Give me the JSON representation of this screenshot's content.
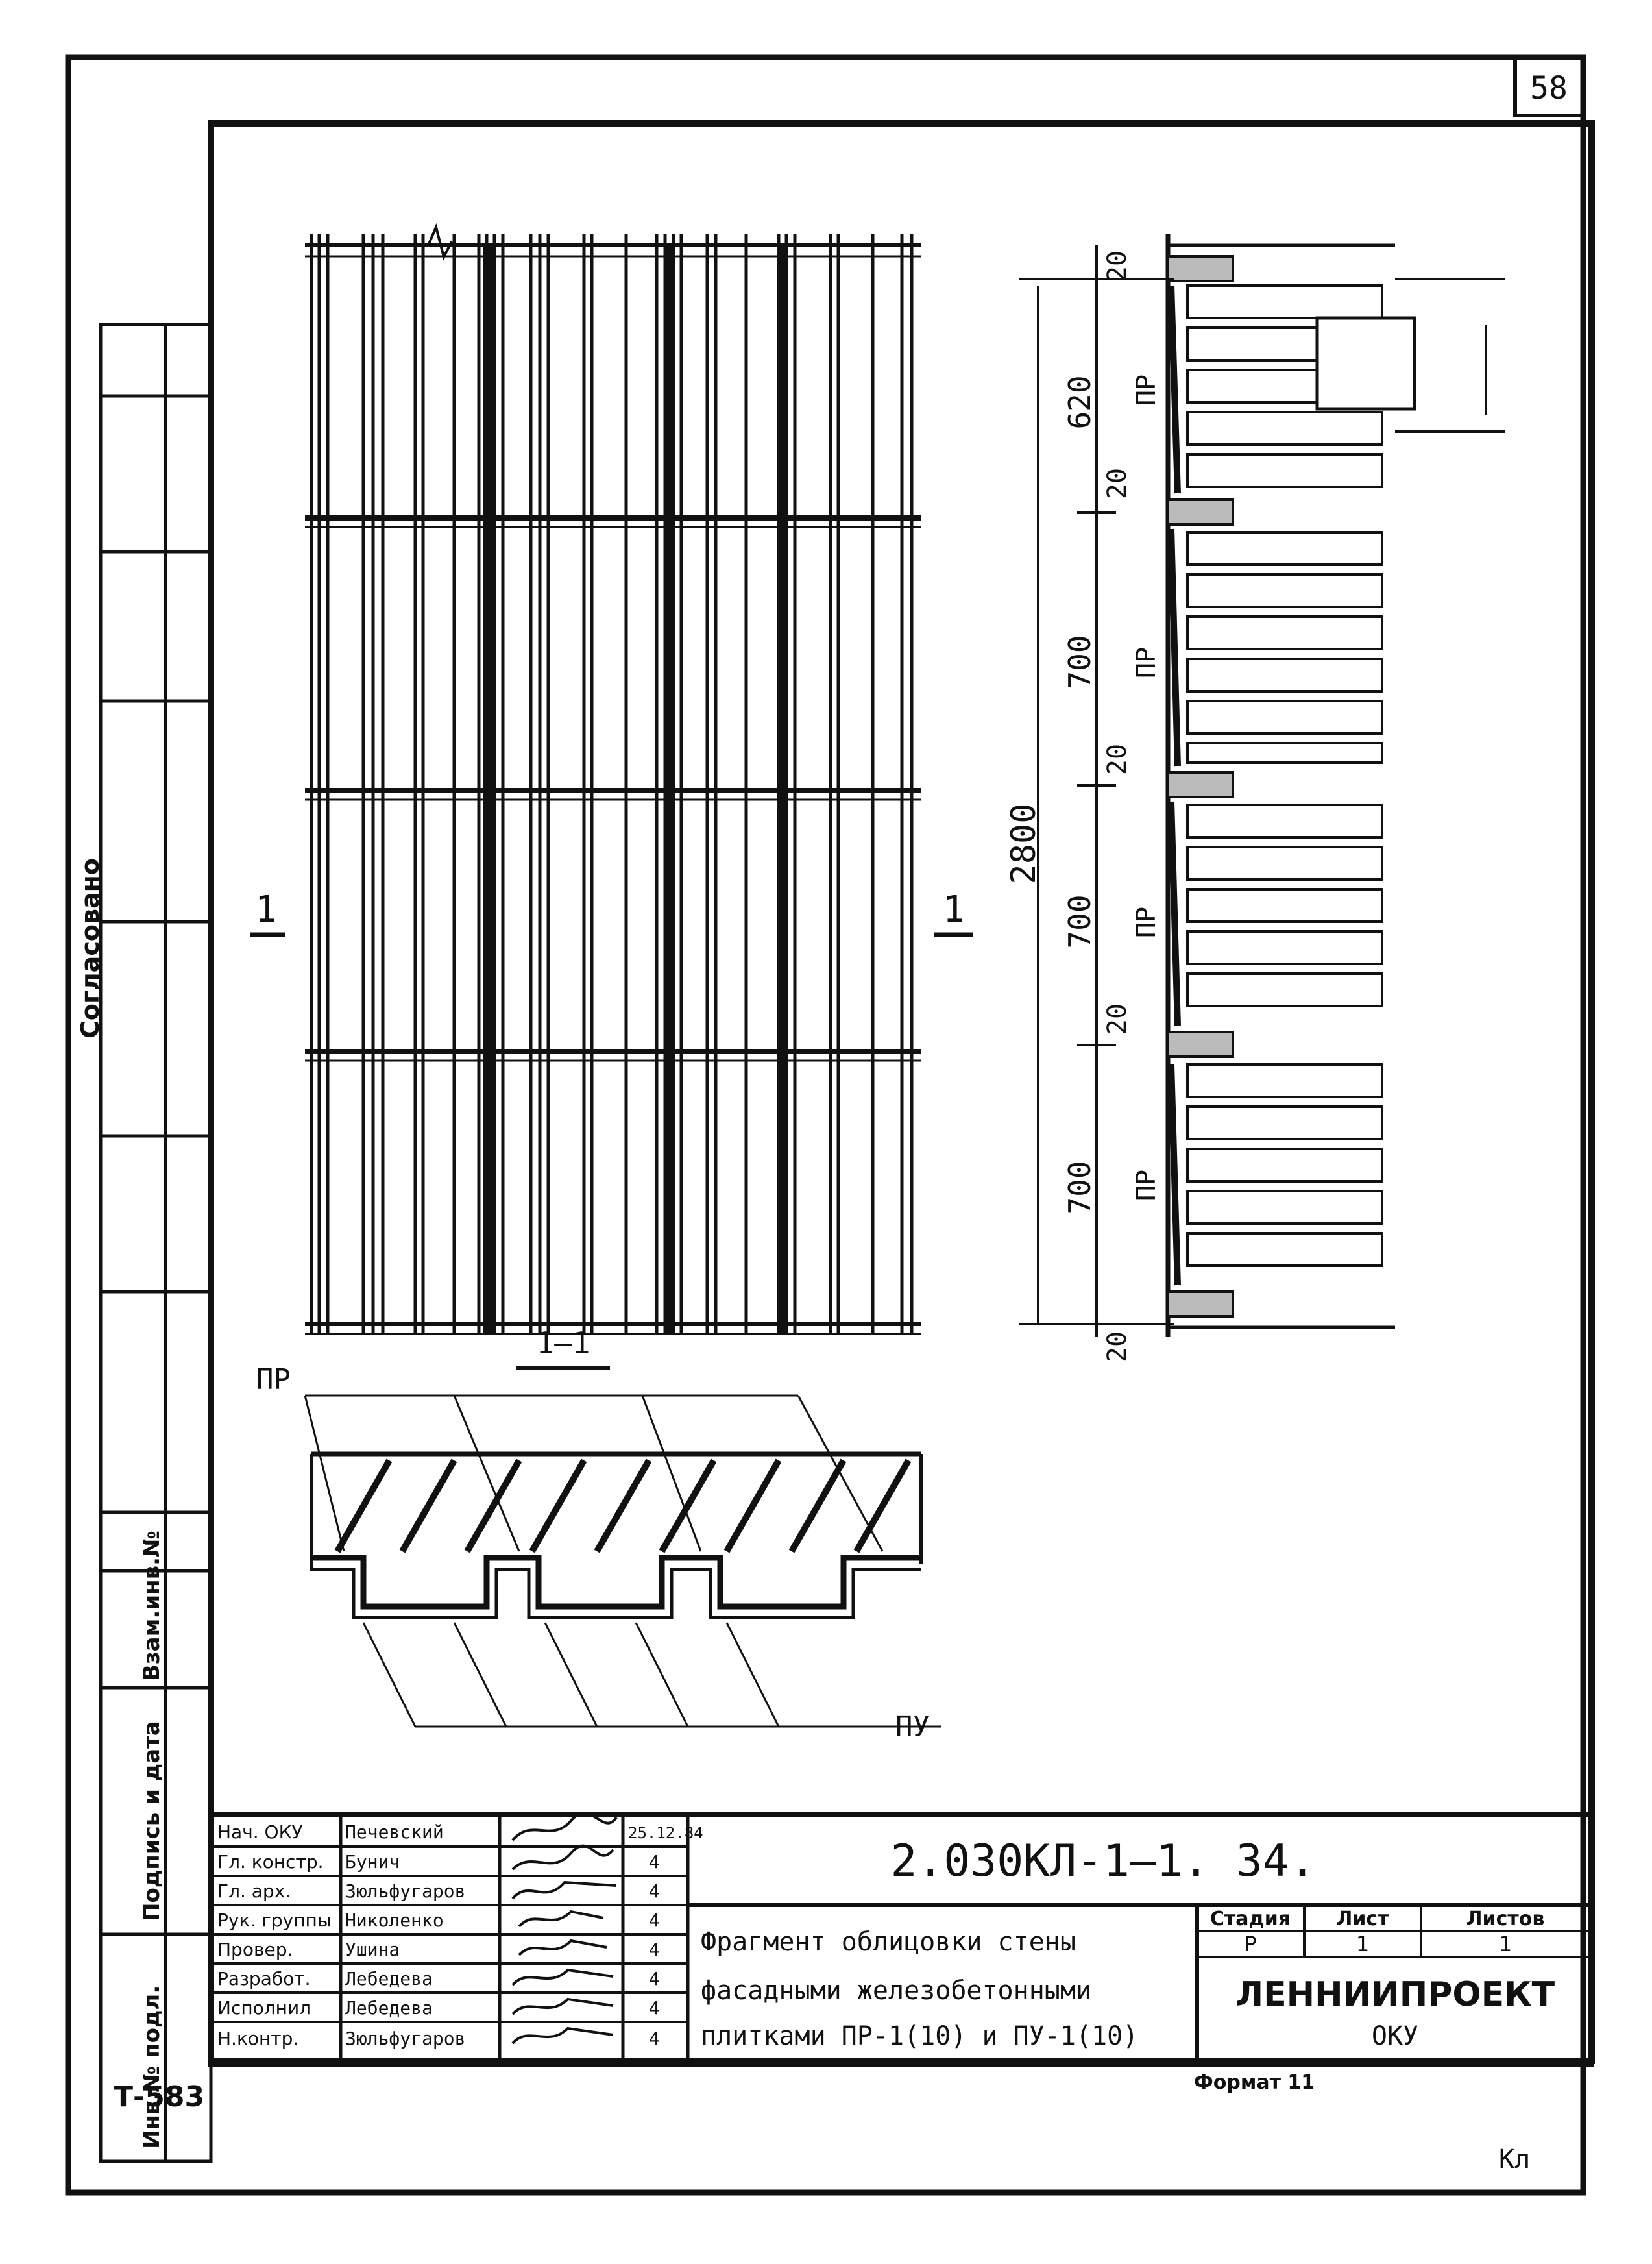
{
  "sheet": {
    "page_number": "58",
    "title_number": "2.030КЛ-1—1. 34.",
    "section_mark_left": "1",
    "section_mark_right": "1",
    "section_label": "1—1",
    "corner_mark": "Кл",
    "bottom_left_code": "Т-583",
    "format_label": "Формат 11",
    "description_lines": [
      "Фрагмент облицовки стены",
      "фасадными железобетонными",
      "плитками ПР-1(10) и ПУ-1(10)"
    ],
    "organization": "ЛЕННИИПРОЕКТ",
    "organization_dept": "ОКУ"
  },
  "side_stamp": {
    "approved_label": "Согласовано",
    "replace_inv_label": "Взам.инв.№",
    "sign_date_label": "Подпись и дата",
    "inv_label": "Инв.№ подл."
  },
  "stamp": {
    "headers": {
      "stage": "Стадия",
      "sheet": "Лист",
      "sheets": "Листов"
    },
    "stage_value": "Р",
    "sheet_value": "1",
    "sheets_value": "1",
    "rows": [
      {
        "role": "Нач. ОКУ",
        "name": "Печевский",
        "date": "25.12.84"
      },
      {
        "role": "Гл. констр.",
        "name": "Бунич",
        "date": "4"
      },
      {
        "role": "Гл. арх.",
        "name": "Зюльфугаров",
        "date": "4"
      },
      {
        "role": "Рук. группы",
        "name": "Николенко",
        "date": "4"
      },
      {
        "role": "Провер.",
        "name": "Ушина",
        "date": "4"
      },
      {
        "role": "Разработ.",
        "name": "Лебедева",
        "date": "4"
      },
      {
        "role": "Исполнил",
        "name": "Лебедева",
        "date": "4"
      },
      {
        "role": "Н.контр.",
        "name": "Зюльфугаров",
        "date": "4"
      }
    ]
  },
  "dimensions": {
    "total": "2800",
    "spans": [
      "620",
      "700",
      "700",
      "700"
    ],
    "joints": [
      "20",
      "20",
      "20",
      "20",
      "20"
    ]
  },
  "labels": {
    "pr": "ПР",
    "pu": "ПУ"
  }
}
